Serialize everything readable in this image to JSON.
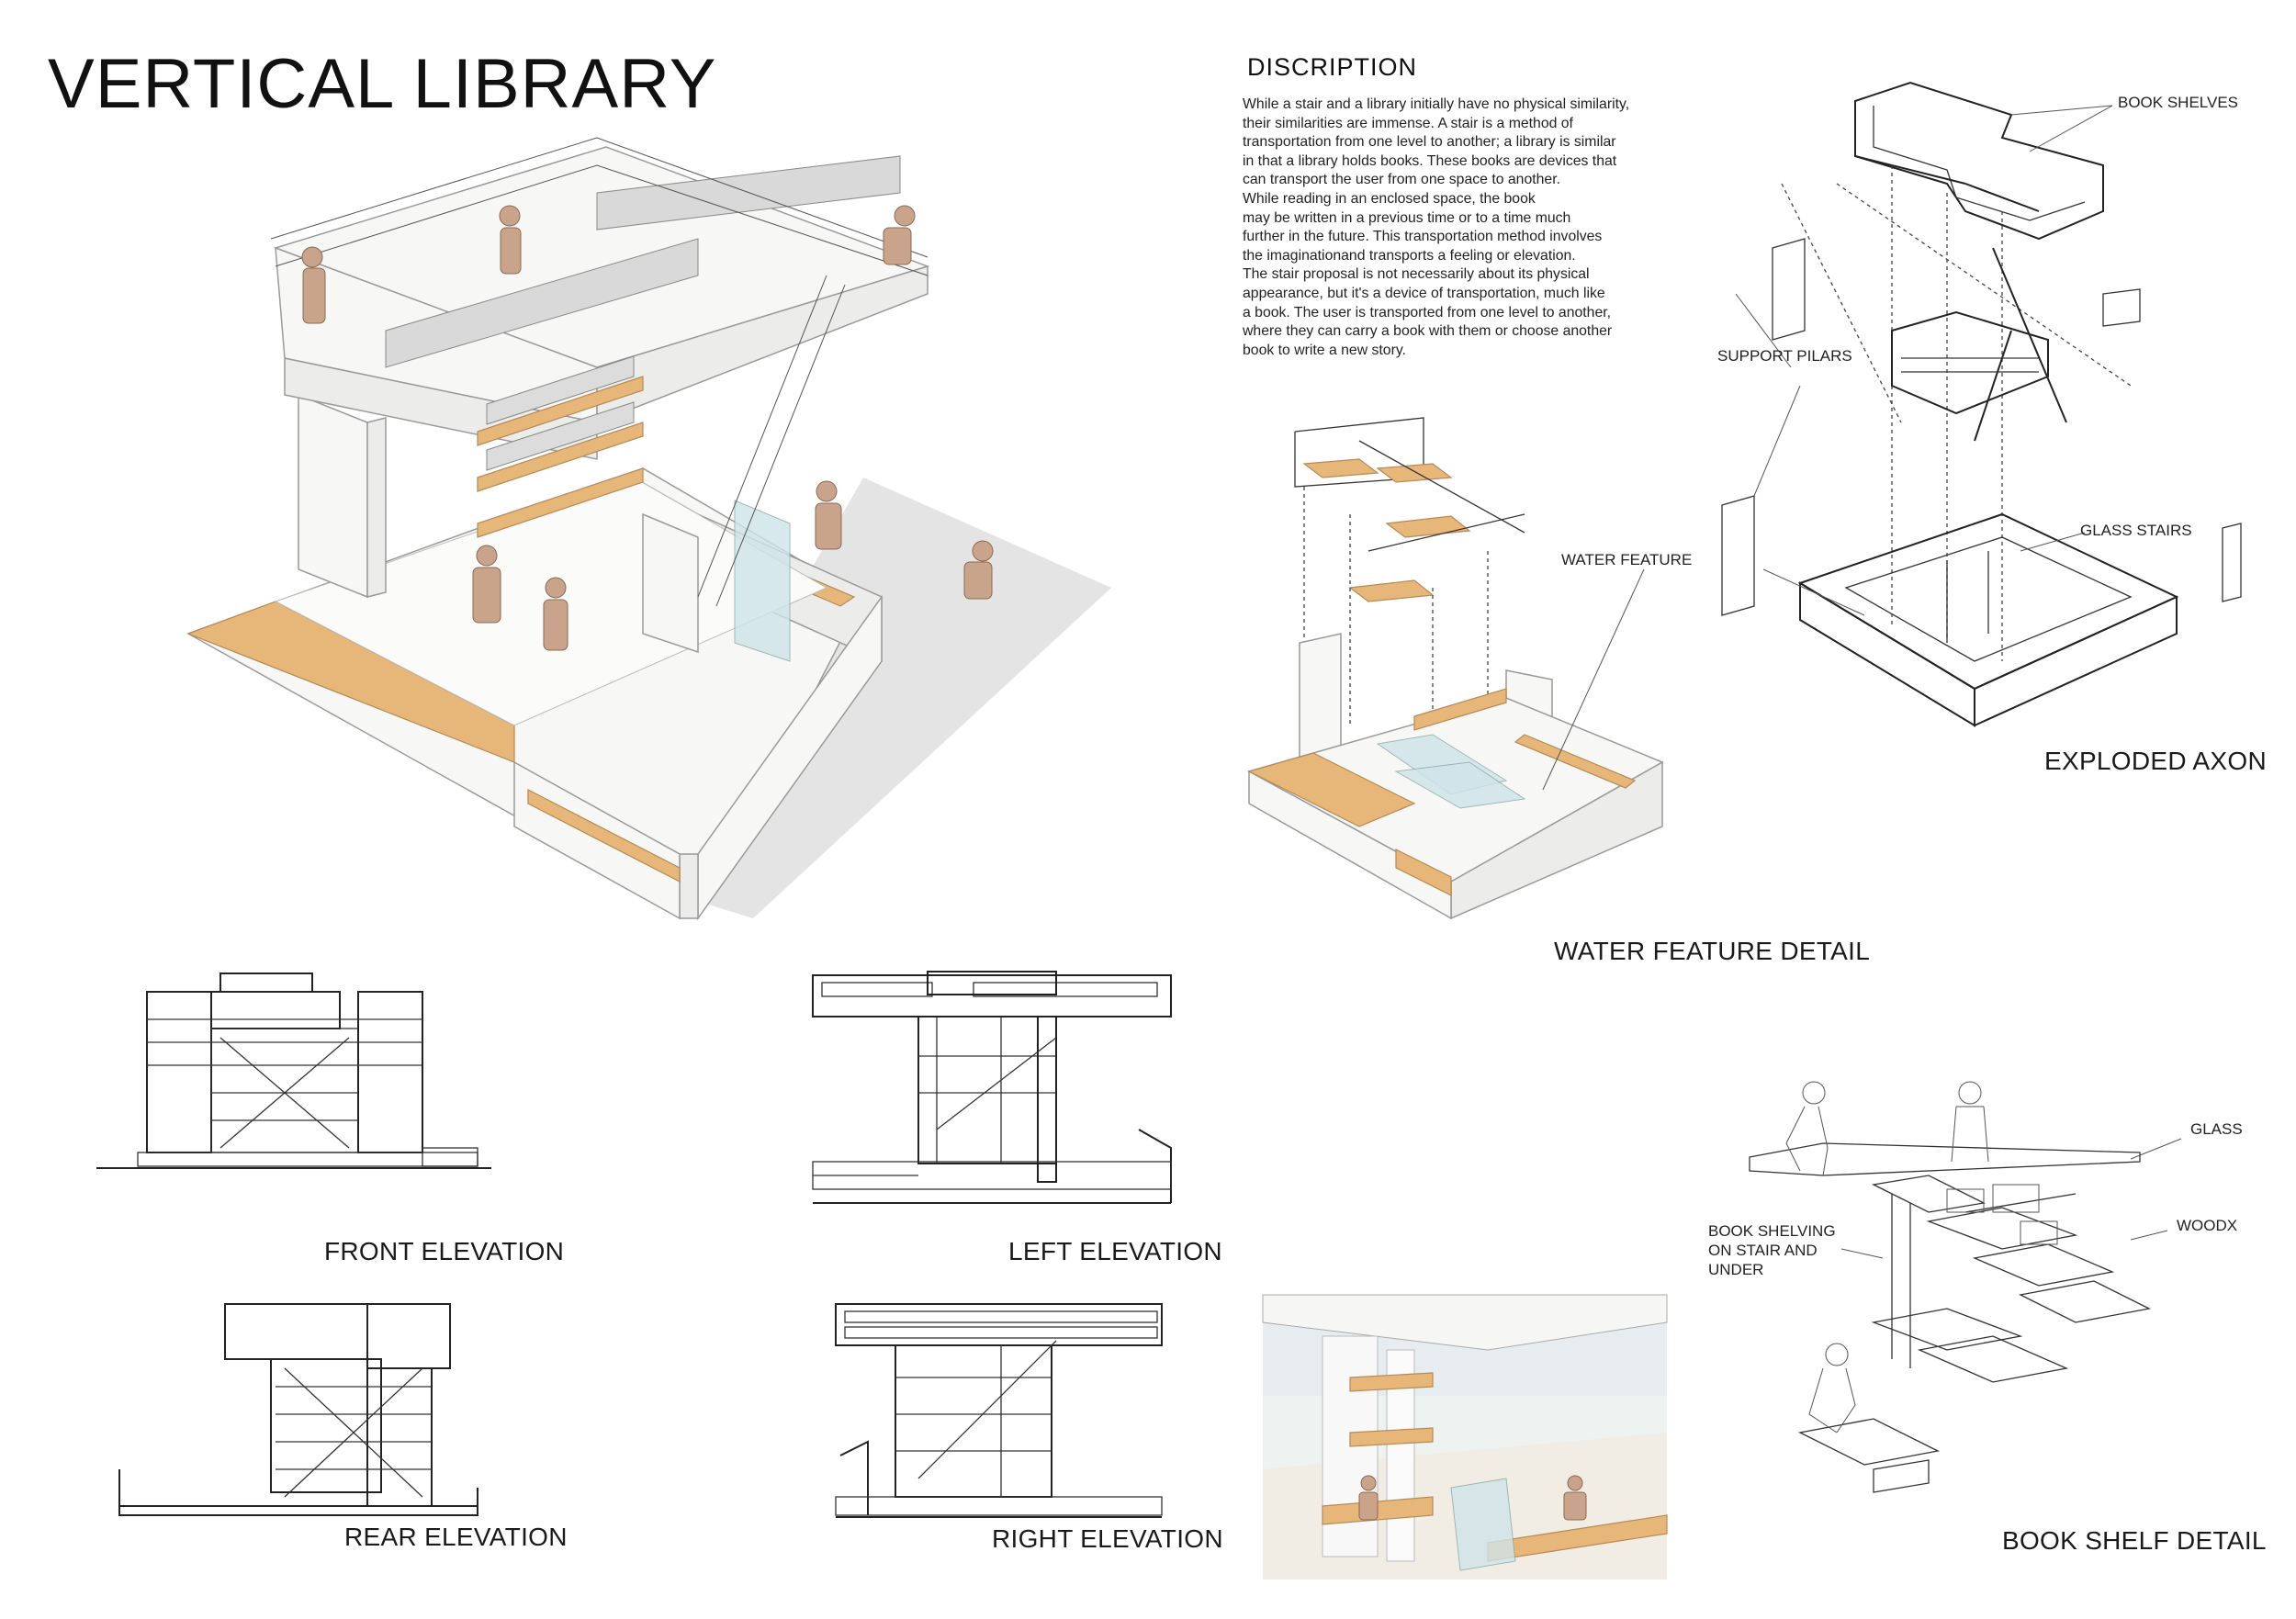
{
  "title": "VERTICAL LIBRARY",
  "description": {
    "heading": "DISCRIPTION",
    "lines": [
      "While a stair and a library initially have no physical similarity,",
      "their similarities are immense. A stair is a method of",
      "transportation from one level to another; a library is similar",
      "in that a library holds books. These books are devices that",
      "can transport the user from one space to another.",
      "While reading in an enclosed space, the book",
      "may be written in a previous time or to a time much",
      " further in the future. This transportation method involves",
      " the imaginationand transports a feeling or elevation.",
      "The stair proposal is not necessarily about its physical",
      "appearance, but it's a device of transportation, much like",
      "a book. The user is transported from one level to another,",
      "where they can carry a book with them or choose another",
      "book to write a new story."
    ]
  },
  "captions": {
    "water_feature_detail": "WATER FEATURE DETAIL",
    "exploded_axon": "EXPLODED AXON",
    "front_elevation": "FRONT ELEVATION",
    "left_elevation": "LEFT ELEVATION",
    "rear_elevation": "REAR ELEVATION",
    "right_elevation": "RIGHT ELEVATION",
    "book_shelf_detail": "BOOK SHELF DETAIL"
  },
  "labels": {
    "water_feature": "WATER FEATURE",
    "book_shelves": "BOOK SHELVES",
    "support_pilars": "SUPPORT PILARS",
    "glass_stairs": "GLASS STAIRS",
    "glass": "GLASS",
    "woodx": "WOODX",
    "book_shelving": [
      "BOOK SHELVING",
      "ON STAIR AND",
      "UNDER"
    ]
  }
}
